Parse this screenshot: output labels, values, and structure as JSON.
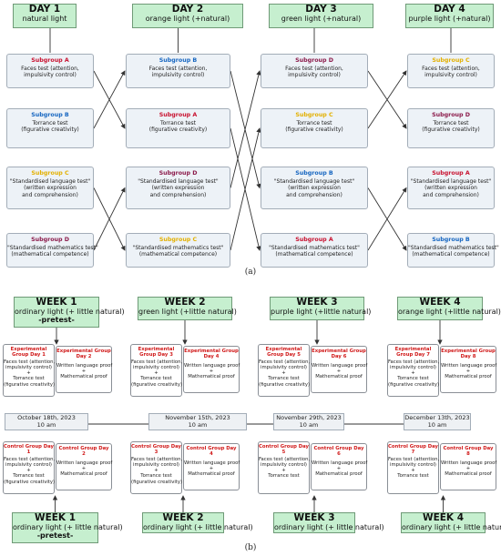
{
  "panel_a": {
    "caption": "(a)",
    "days": [
      {
        "title": "DAY 1",
        "subtitle": "natural light"
      },
      {
        "title": "DAY 2",
        "subtitle": "orange light (+natural)"
      },
      {
        "title": "DAY 3",
        "subtitle": "green light (+natural)"
      },
      {
        "title": "DAY 4",
        "subtitle": "purple light (+natural)"
      }
    ],
    "subgroups": {
      "A": {
        "name": "Subgroup A",
        "color": "#c8102e"
      },
      "B": {
        "name": "Subgroup B",
        "color": "#1565c0"
      },
      "C": {
        "name": "Subgroup C",
        "color": "#e3b000"
      },
      "D": {
        "name": "Subgroup D",
        "color": "#8b1a4a"
      }
    },
    "tests": {
      "faces": [
        "Faces test (attention,",
        "impulsivity control)"
      ],
      "torrance": [
        "Torrance test",
        "(figurative creativity)"
      ],
      "language": [
        "\"Standardised language test\"",
        "(written expression",
        "and comprehension)"
      ],
      "maths": [
        "\"Standardised mathematics test\"",
        "(mathematical competence)"
      ]
    },
    "schedule": [
      [
        "A",
        "B",
        "C",
        "D"
      ],
      [
        "B",
        "A",
        "D",
        "C"
      ],
      [
        "D",
        "C",
        "B",
        "A"
      ],
      [
        "C",
        "D",
        "A",
        "B"
      ]
    ]
  },
  "panel_b": {
    "caption": "(b)",
    "experimental_weeks": [
      {
        "title": "WEEK 1",
        "subtitle": "ordinary light (+ little natural)",
        "extra": "-pretest-"
      },
      {
        "title": "WEEK 2",
        "subtitle": "green light (+little natural)",
        "extra": ""
      },
      {
        "title": "WEEK 3",
        "subtitle": "purple light (+little natural)",
        "extra": ""
      },
      {
        "title": "WEEK 4",
        "subtitle": "orange light (+little natural)",
        "extra": ""
      }
    ],
    "experimental_groups": [
      {
        "a_title": "Experimental Group Day 1",
        "b_title": "Experimental Group Day 2"
      },
      {
        "a_title": "Experimental Group Day 3",
        "b_title": "Experimental Group Day 4"
      },
      {
        "a_title": "Experimental Group Day 5",
        "b_title": "Experimental Group Day 6"
      },
      {
        "a_title": "Experimental Group Day 7",
        "b_title": "Experimental Group Day 8"
      }
    ],
    "control_groups": [
      {
        "a_title": "Control Group Day 1",
        "b_title": "Control Group Day 2"
      },
      {
        "a_title": "Control Group Day 3",
        "b_title": "Control Group Day 4"
      },
      {
        "a_title": "Control Group Day 5",
        "b_title": "Control Group Day 6"
      },
      {
        "a_title": "Control Group Day 7",
        "b_title": "Control Group Day 8"
      }
    ],
    "day_a_text": {
      "full": [
        "Faces test (attention,",
        "impulsivity control)",
        "+",
        "Torrance test",
        "(figurative creativity)"
      ],
      "short": [
        "Faces test (attention,",
        "impulsivity control)",
        "+",
        "Torrance test"
      ]
    },
    "day_b_text": [
      "Written language proof",
      "+",
      "Mathematical proof"
    ],
    "dates": [
      {
        "date": "October 18th, 2023",
        "time": "10 am"
      },
      {
        "date": "November 15th, 2023",
        "time": "10 am"
      },
      {
        "date": "November 29th, 2023",
        "time": "10 am"
      },
      {
        "date": "December 13th, 2023",
        "time": "10 am"
      }
    ],
    "control_weeks": [
      {
        "title": "WEEK 1",
        "subtitle": "ordinary light (+ little natural)",
        "extra": "-pretest-"
      },
      {
        "title": "WEEK 2",
        "subtitle": "ordinary light (+ little natural)",
        "extra": ""
      },
      {
        "title": "WEEK 3",
        "subtitle": "ordinary light (+ little natural)",
        "extra": ""
      },
      {
        "title": "WEEK 4",
        "subtitle": "ordinary light (+ little natural)",
        "extra": ""
      }
    ]
  }
}
